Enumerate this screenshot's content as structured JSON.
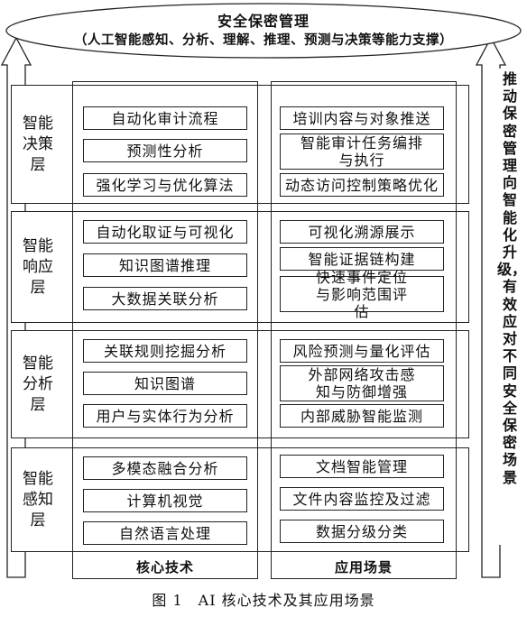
{
  "header": {
    "title": "安全保密管理",
    "subtitle": "（人工智能感知、分析、理解、推理、预测与决策等能力支撑）"
  },
  "side_text": "推动保密管理向智能化升级，有效应对不同安全保密场景",
  "layers": [
    {
      "label": "智能决策层",
      "core": [
        "自动化审计流程",
        "预测性分析",
        "强化学习与优化算法"
      ],
      "apps": [
        "培训内容与对象推送",
        "智能审计任务编排与执行",
        "动态访问控制策略优化"
      ]
    },
    {
      "label": "智能响应层",
      "core": [
        "自动化取证与可视化",
        "知识图谱推理",
        "大数据关联分析"
      ],
      "apps": [
        "可视化溯源展示",
        "智能证据链构建",
        "快速事件定位与影响范围评估"
      ]
    },
    {
      "label": "智能分析层",
      "core": [
        "关联规则挖掘分析",
        "知识图谱",
        "用户与实体行为分析"
      ],
      "apps": [
        "风险预测与量化评估",
        "外部网络攻击感知与防御增强",
        "内部威胁智能监测"
      ]
    },
    {
      "label": "智能感知层",
      "core": [
        "多模态融合分析",
        "计算机视觉",
        "自然语言处理"
      ],
      "apps": [
        "文档智能管理",
        "文件内容监控及过滤",
        "数据分级分类"
      ]
    }
  ],
  "columns": {
    "core_label": "核心技术",
    "apps_label": "应用场景"
  },
  "caption": "图 1　AI 核心技术及其应用场景"
}
